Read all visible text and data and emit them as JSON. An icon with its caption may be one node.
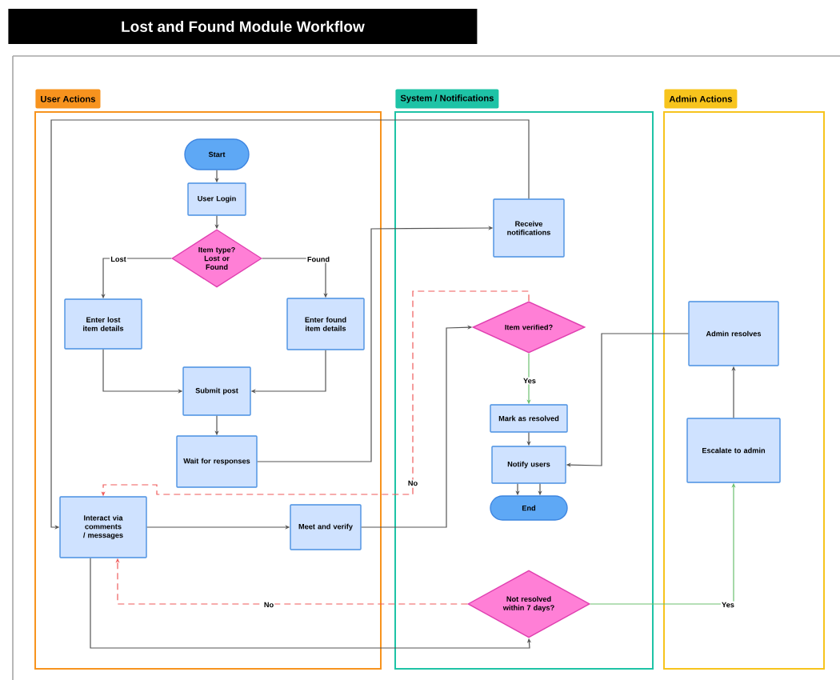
{
  "diagram": {
    "title": "Lost and Found Module Workflow",
    "nodes": [
      {
        "text": [
          "User Actions"
        ]
      },
      {
        "text": [
          "System / Notifications"
        ]
      },
      {
        "text": [
          "Admin Actions"
        ]
      },
      {
        "text": [
          "Start"
        ],
        "in": 0
      },
      {
        "text": [
          "User Login"
        ],
        "in": 0
      },
      {
        "text": [
          "Item type? Lost or Found"
        ],
        "in": 0
      },
      {
        "text": [
          "Enter lost item details"
        ],
        "in": 0
      },
      {
        "text": [
          "Enter found item details"
        ],
        "in": 0
      },
      {
        "text": [
          "Submit post"
        ],
        "in": 0
      },
      {
        "text": [
          "Wait for responses"
        ],
        "in": 0
      },
      {
        "text": [
          "Interact via comments / messages"
        ],
        "in": 0
      },
      {
        "text": [
          "Meet and verify"
        ],
        "in": 0
      },
      {
        "text": [
          "Receive notifications"
        ],
        "in": 1
      },
      {
        "text": [
          "Item verified?"
        ],
        "in": 1
      },
      {
        "text": [
          "Mark as resolved"
        ],
        "in": 1
      },
      {
        "text": [
          "Notify users"
        ],
        "in": 1
      },
      {
        "text": [
          "End"
        ],
        "in": 1
      },
      {
        "text": [
          "Not resolved within 7 days?"
        ],
        "in": 1
      },
      {
        "text": [
          "Admin resolves"
        ],
        "in": 2
      },
      {
        "text": [
          "Escalate to admin"
        ],
        "in": 2
      }
    ],
    "edges": [
      {
        "from": 3,
        "to": 4,
        "arrow": "to"
      },
      {
        "from": 4,
        "to": 5,
        "arrow": "to"
      },
      {
        "from": 5,
        "to": 6,
        "arrow": "to",
        "label": "Lost"
      },
      {
        "from": 5,
        "to": 7,
        "arrow": "to",
        "label": "Found"
      },
      {
        "from": 6,
        "to": 8,
        "arrow": "to"
      },
      {
        "from": 7,
        "to": 8,
        "arrow": "to"
      },
      {
        "from": 8,
        "to": 9,
        "arrow": "to"
      },
      {
        "from": 9,
        "to": 12,
        "arrow": "to"
      },
      {
        "from": 12,
        "to": 10,
        "arrow": "to"
      },
      {
        "from": 10,
        "to": 11,
        "arrow": "to"
      },
      {
        "from": 11,
        "to": 13,
        "arrow": "to"
      },
      {
        "from": 13,
        "to": 14,
        "arrow": "to",
        "label": "Yes",
        "color": "#6cc070"
      },
      {
        "from": 14,
        "to": 15,
        "arrow": "to"
      },
      {
        "from": 15,
        "to": 16,
        "arrow": "to"
      },
      {
        "from": 15,
        "to": 16,
        "arrow": "to"
      },
      {
        "from": 18,
        "to": 15,
        "arrow": "to"
      },
      {
        "from": 13,
        "to": 10,
        "arrow": "to",
        "label": "No",
        "style": "dashed",
        "color": "#ef5b5b"
      },
      {
        "from": 10,
        "to": 17,
        "arrow": "to"
      },
      {
        "from": 17,
        "to": 10,
        "arrow": "to",
        "label": "No",
        "style": "dashed",
        "color": "#ef5b5b"
      },
      {
        "from": 17,
        "to": 19,
        "arrow": "to",
        "label": "Yes",
        "color": "#6cc070"
      },
      {
        "from": 19,
        "to": 18,
        "arrow": "to"
      }
    ]
  }
}
